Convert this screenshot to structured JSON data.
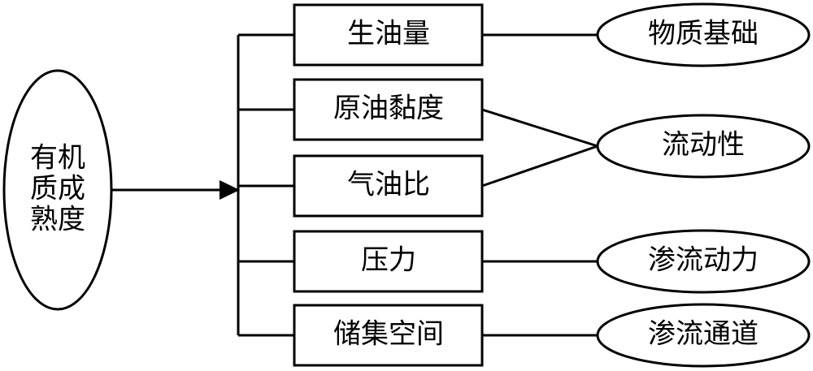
{
  "source": {
    "lines": [
      "有机",
      "质成",
      "熟度"
    ]
  },
  "factors": [
    {
      "label": "生油量"
    },
    {
      "label": "原油黏度"
    },
    {
      "label": "气油比"
    },
    {
      "label": "压力"
    },
    {
      "label": "储集空间"
    }
  ],
  "outcomes": [
    {
      "label": "物质基础"
    },
    {
      "label": "流动性"
    },
    {
      "label": "渗流动力"
    },
    {
      "label": "渗流通道"
    }
  ]
}
